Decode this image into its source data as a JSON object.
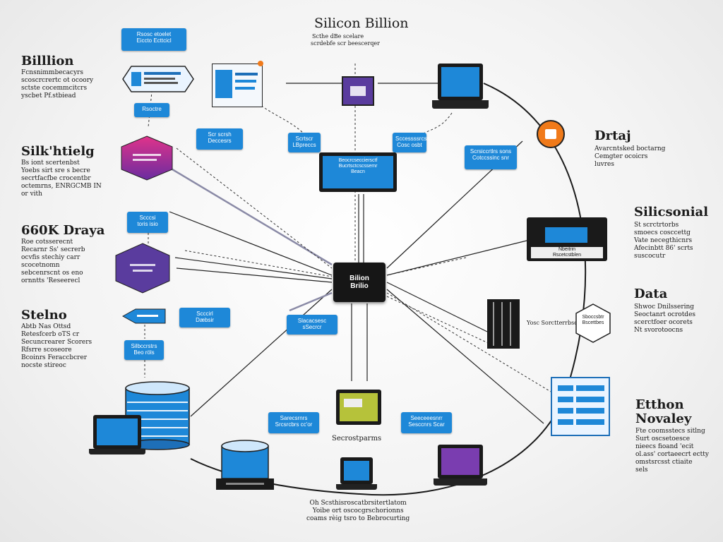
{
  "title": {
    "heading": "Silicon Billion",
    "sub_line1": "Scthe dBe scelare",
    "sub_line2": "scrdebfe scr beescerqer"
  },
  "left_sections": [
    {
      "heading": "Billlion",
      "body": "Fcnsnimmbecacyrs\nscoscrcrertc ot ocoory\nsctste cocemmcitcrs\nyscbet Pf.stbiead"
    },
    {
      "heading": "Silk'htielg",
      "body": "Bs iont scertenbst\nYoebs sirt sre s becre\nsecrtfacfbe crocentbr\noctemrns, ENRGCMB IN\nor vith"
    },
    {
      "heading": "660K Draya",
      "body": "Roe cotsserecnt\nRecarnr Ss' secrerb\nocvfis stechiy carr\nscocetnomn\nsebcenrscnt os eno\nornntts 'Reseerecl"
    },
    {
      "heading": "Stelno",
      "body": "Abtb Nas Ottsd\nRetesfcerb oTS cr\nSecuncrearer Scorers\nRfsrre scoseore\nBcoinrs Feraccbcrer\nnocste stireoc"
    }
  ],
  "right_sections": [
    {
      "heading": "Drtaj",
      "body": "Avarcntsked boctarng\nCemgter ocoicrs\nluvres"
    },
    {
      "heading": "Silicsonial",
      "body": "St scrctrtorbs\nsmoecs cosccettg\nVate necegthicnrs\nAfecinbtt 86' scrts\nsuscocutr"
    },
    {
      "heading": "Data",
      "body": "Shwoc Dnilssering\nSeoctanrt ocrotdes\nscerctfoer ocorets\nNt svorotoocns"
    },
    {
      "heading": "Etthon\nNovaley",
      "body": "Fte coomsstecs sitlng\nSurt oscsetoesce\nnieecs fioand 'ecit\nol.ass' cortaeecrt ectty\nomstsrcsst ctiaite\nsels"
    }
  ],
  "hub": {
    "label": "Bilion\nBrilio"
  },
  "tags": [
    {
      "id": "tag-top-left",
      "text": "Rsosc etoelet\nEiccto Ecttcicl"
    },
    {
      "id": "tag-left-2",
      "text": "Rsoctre"
    },
    {
      "id": "tag-left-3",
      "text": "Scccsi\ntoris isio"
    },
    {
      "id": "tag-left-4",
      "text": "Silbccrstrs\nBeo röls"
    },
    {
      "id": "tag-mid-left-1",
      "text": "Scr scrsh\nDeccesrs"
    },
    {
      "id": "tag-mid-left-2",
      "text": "Scccirl\nDæbsir"
    },
    {
      "id": "tag-mid-1",
      "text": "Slacacsesc\nsSecrcr"
    },
    {
      "id": "tag-mid-2",
      "text": "Scrtscr\nLBpreccs"
    },
    {
      "id": "tag-mid-3",
      "text": "Sccessssrcss\nCosc osbt"
    },
    {
      "id": "tag-mid-right",
      "text": "Scrsiccrtlrs sons\nCotccssinc snr"
    },
    {
      "id": "tag-bottom-left",
      "text": "Sarecsrnrs\nSrcsrcbrs cc'or"
    },
    {
      "id": "tag-bottom-right",
      "text": "Seeceeesnrr\nSesccnrs Scar"
    },
    {
      "id": "tag-hex-right",
      "text": "Sboccsbtr\nBscettbes"
    },
    {
      "id": "tag-monitor-center",
      "text": "Beocrcsecciersctf\nBucrtsctcscssemr\nBeacn"
    }
  ],
  "labels": {
    "server_label": "Nbeitrin\nRscetcstblen",
    "rack_label": "Yosc Sorctterrbsc",
    "bottom_center_label": "Secrostparms",
    "bottom_caption": "Oh Scsthisroscatbrsitertlatom\nYoibe ort oscocgrschorionns\ncoams rèig tsro to Bebrocurting"
  },
  "colors": {
    "accent": "#1e88d8",
    "hub": "#161616",
    "purple": "#5a3c9e",
    "orange": "#f07a1a",
    "pink": "#e0338a"
  }
}
